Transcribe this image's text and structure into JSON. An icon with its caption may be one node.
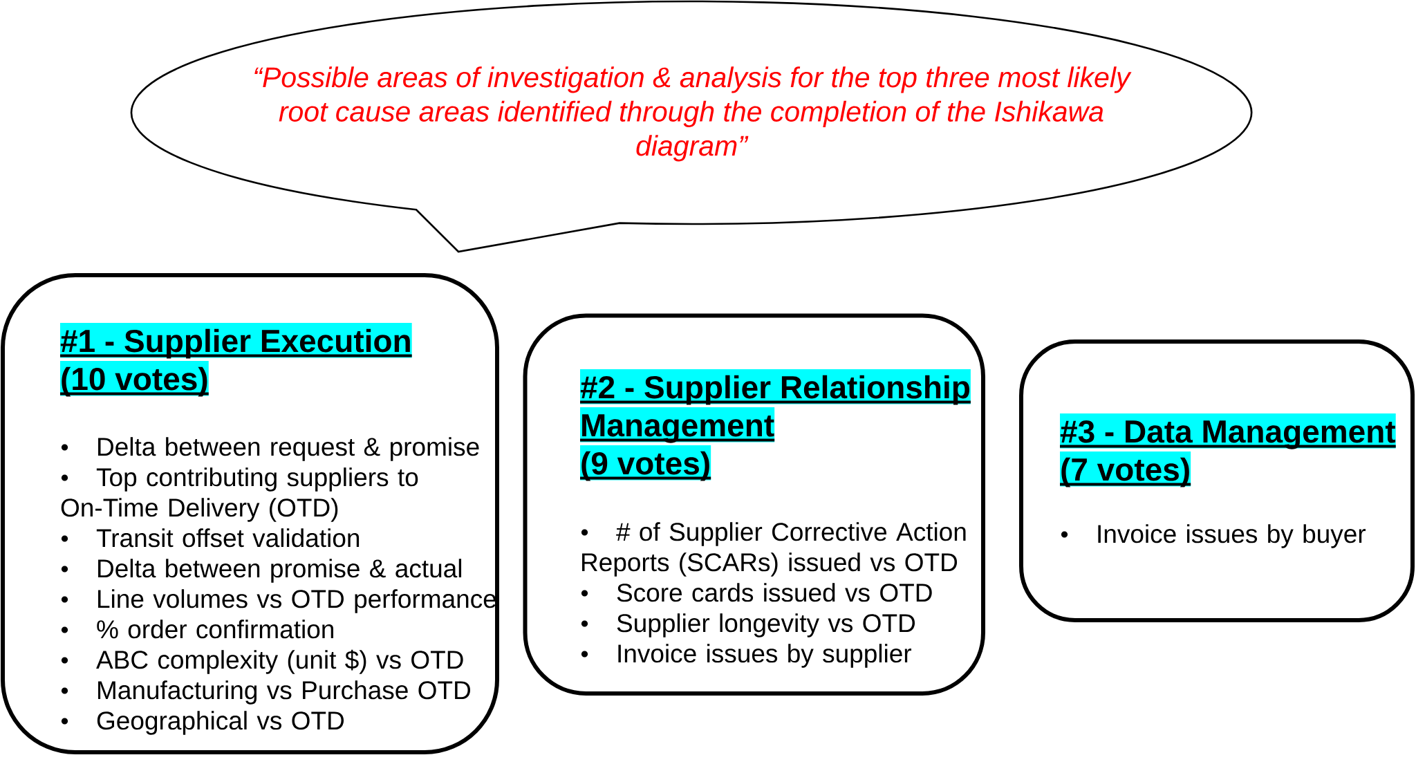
{
  "diagram": {
    "nodes": [
      {
        "text": [
          "“Possible areas of investigation & analysis for the top three most likely root cause areas identified through the completion of the Ishikawa diagram”"
        ]
      },
      {
        "text": [
          "#1 - Supplier Execution",
          "(10 votes)",
          "Delta between request & promise",
          "Top contributing suppliers to On-Time Delivery (OTD)",
          "Transit offset validation",
          "Delta between promise & actual",
          "Line volumes vs OTD performance",
          "% order confirmation",
          "ABC complexity (unit $) vs OTD",
          "Manufacturing vs Purchase OTD",
          "Geographical vs OTD"
        ]
      },
      {
        "text": [
          "#2 - Supplier Relationship Management",
          "(9 votes)",
          "# of Supplier Corrective Action Reports (SCARs) issued vs OTD",
          "Score cards issued vs OTD",
          "Supplier longevity vs OTD",
          "Invoice issues by supplier"
        ]
      },
      {
        "text": [
          "#3 - Data Management",
          "(7 votes)",
          "Invoice issues by buyer"
        ]
      }
    ]
  }
}
